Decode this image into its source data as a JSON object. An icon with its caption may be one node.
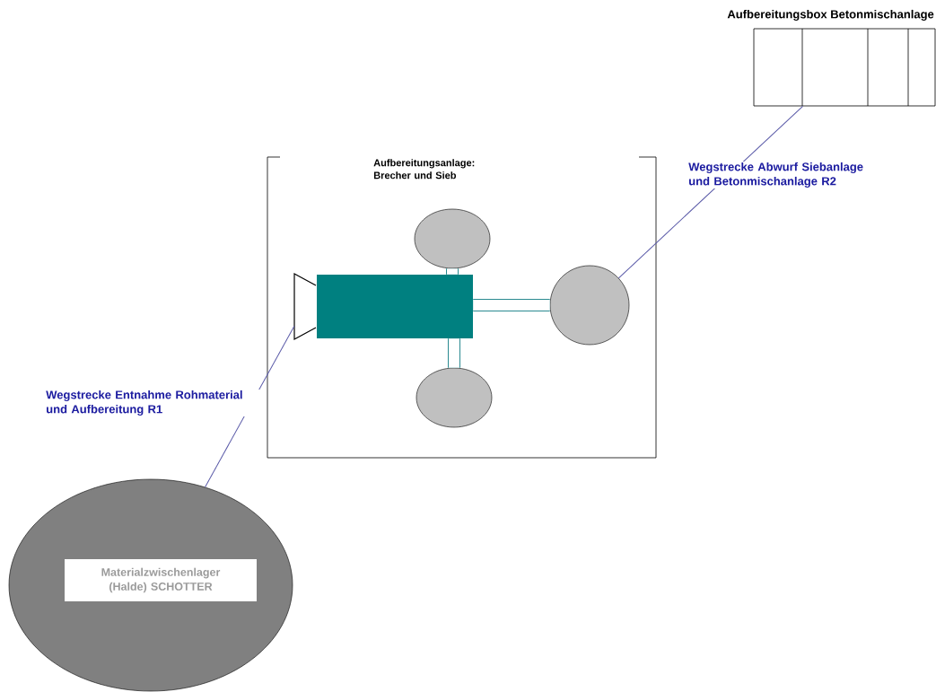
{
  "diagram": {
    "nodes": [
      {
        "text": [
          "Aufbereitungsanlage: Brecher und Sieb"
        ]
      },
      {
        "text": [],
        "shape": "trapezoid",
        "in": 0
      },
      {
        "text": [],
        "shape": "box",
        "in": 0
      },
      {
        "text": [],
        "shape": "circle",
        "in": 0
      },
      {
        "text": [],
        "shape": "circle",
        "in": 0
      },
      {
        "text": [],
        "shape": "circle",
        "in": 0
      },
      {
        "text": [
          "Aufbereitungsbox Betonmischanlage"
        ]
      },
      {
        "text": [
          "Materialzwischenlager (Halde) SCHOTTER"
        ]
      }
    ],
    "edges": [
      {
        "from": 2,
        "to": 3,
        "arrow": "none",
        "color": "#2a8a90"
      },
      {
        "from": 2,
        "to": 4,
        "arrow": "none",
        "color": "#2a8a90"
      },
      {
        "from": 2,
        "to": 5,
        "arrow": "none",
        "color": "#2a8a90"
      },
      {
        "from": 7,
        "to": 1,
        "arrow": "none",
        "label": "Wegstrecke Entnahme Rohmaterial und Aufbereitung R1",
        "color": "#5a5aa8"
      },
      {
        "from": 4,
        "to": 6,
        "arrow": "none",
        "label": "Wegstrecke Abwurf Siebanlage und Betonmischanlage R2",
        "color": "#5a5aa8"
      }
    ]
  }
}
